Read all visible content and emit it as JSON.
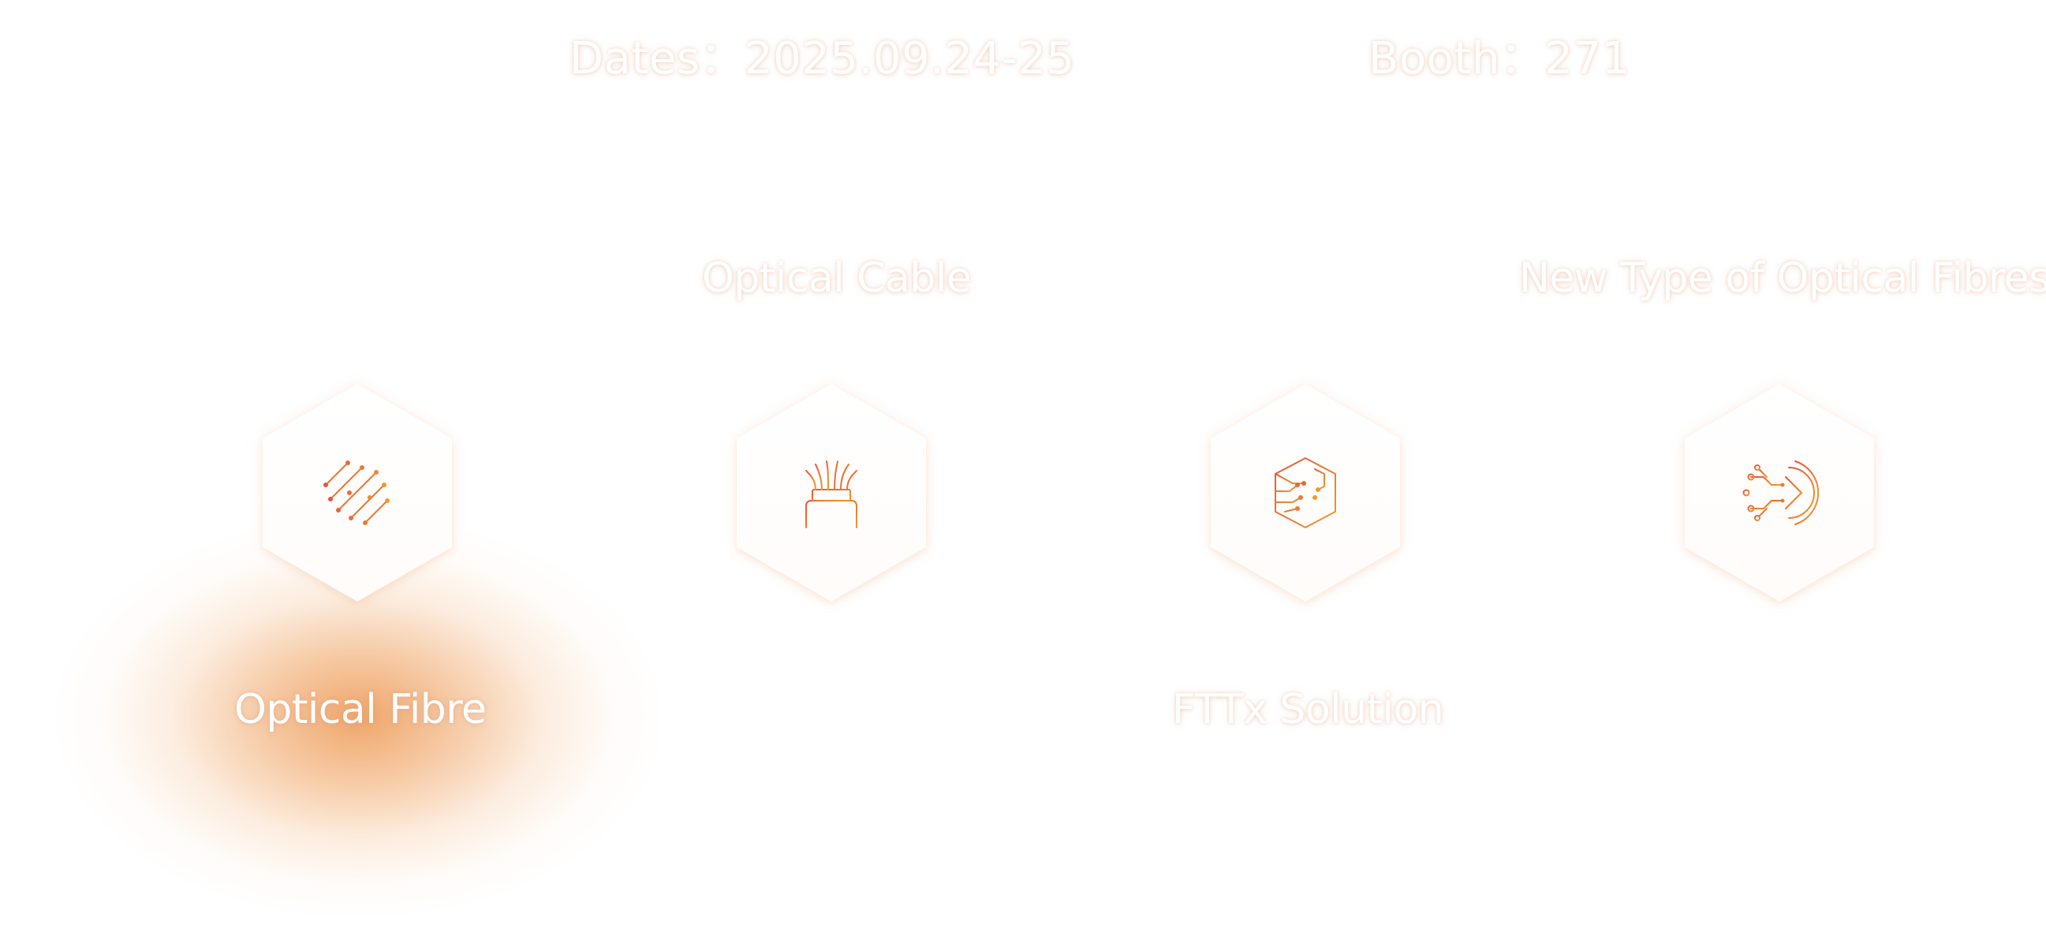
{
  "event": {
    "dates": "Dates：2025.09.24-25",
    "booth": "Booth：271"
  },
  "categories": [
    {
      "label": "Optical Fibre",
      "icon": "fibre-lines-icon",
      "active": true
    },
    {
      "label": "Optical Cable",
      "icon": "cable-bundle-icon",
      "active": false
    },
    {
      "label": "FTTx Solution",
      "icon": "circuit-cube-icon",
      "active": false
    },
    {
      "label": "New Type of Optical Fibres",
      "icon": "data-arrow-icon",
      "active": false
    }
  ],
  "colors": {
    "accent": "#ec8a3a",
    "icon_stroke_start": "#e9553a",
    "icon_stroke_end": "#f19a2b",
    "glow": "#eea060"
  }
}
